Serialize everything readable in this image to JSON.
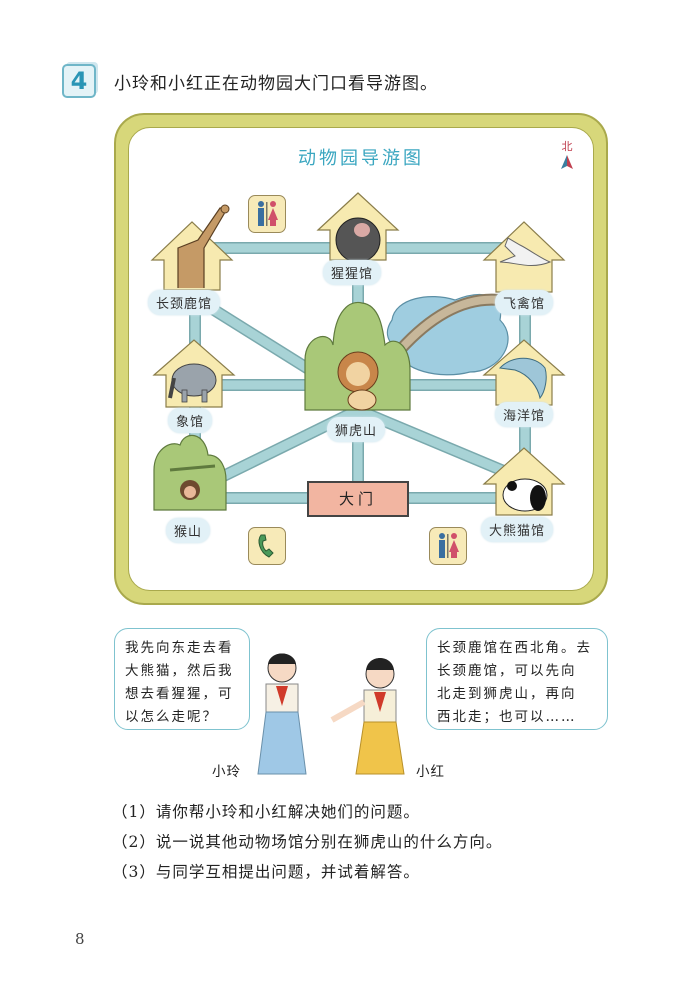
{
  "problem": {
    "number": "4",
    "intro": "小玲和小红正在动物园大门口看导游图。"
  },
  "map": {
    "title": "动物园导游图",
    "compass_label": "北",
    "frame_color": "#d7d77a",
    "road_color": "#a8d3d6",
    "venues": [
      {
        "id": "giraffe",
        "label": "长颈鹿馆",
        "icon": "giraffe-icon"
      },
      {
        "id": "gorilla",
        "label": "猩猩馆",
        "icon": "gorilla-icon"
      },
      {
        "id": "aviary",
        "label": "飞禽馆",
        "icon": "bird-icon"
      },
      {
        "id": "elephant",
        "label": "象馆",
        "icon": "elephant-icon"
      },
      {
        "id": "lion",
        "label": "狮虎山",
        "icon": "lion-icon"
      },
      {
        "id": "ocean",
        "label": "海洋馆",
        "icon": "dolphin-icon"
      },
      {
        "id": "monkey",
        "label": "猴山",
        "icon": "monkey-icon"
      },
      {
        "id": "panda",
        "label": "大熊猫馆",
        "icon": "panda-icon"
      }
    ],
    "gate_label": "大门",
    "facilities": [
      {
        "type": "restroom",
        "icon": "restroom-icon"
      },
      {
        "type": "telephone",
        "icon": "telephone-icon"
      },
      {
        "type": "restroom",
        "icon": "restroom-icon"
      }
    ]
  },
  "dialogue": {
    "left": {
      "speaker": "小玲",
      "lines": [
        "我先向东走去看",
        "大熊猫，然后我",
        "想去看猩猩，可",
        "以怎么走呢？"
      ]
    },
    "right": {
      "speaker": "小红",
      "lines": [
        "长颈鹿馆在西北角。去",
        "长颈鹿馆，可以先向",
        "北走到狮虎山，再向",
        "西北走；也可以……"
      ]
    }
  },
  "questions": [
    "（1）请你帮小玲和小红解决她们的问题。",
    "（2）说一说其他动物场馆分别在狮虎山的什么方向。",
    "（3）与同学互相提出问题，并试着解答。"
  ],
  "page_number": "8"
}
